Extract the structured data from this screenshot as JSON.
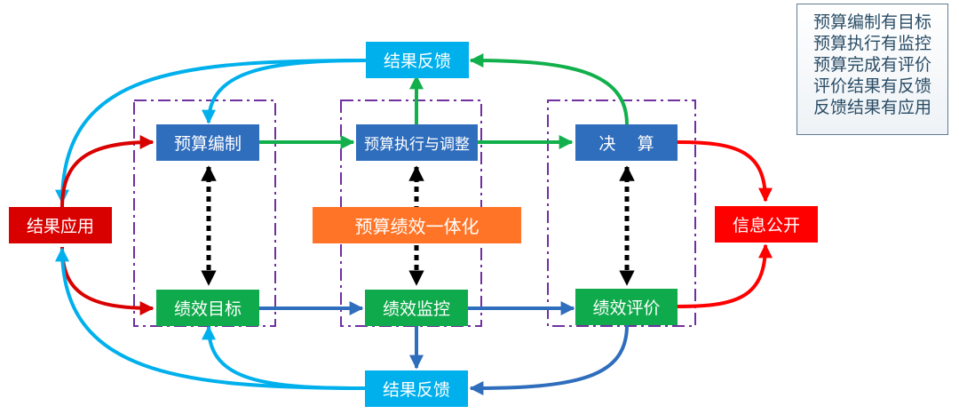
{
  "title": "预算绩效一体化",
  "nodes": {
    "result_feedback_top": "结果反馈",
    "budget_compile": "预算编制",
    "budget_execute": "预算执行与调整",
    "final_account": "决    算",
    "result_apply": "结果应用",
    "integration": "预算绩效一体化",
    "info_disclosure": "信息公开",
    "perf_target": "绩效目标",
    "perf_monitor": "绩效监控",
    "perf_eval": "绩效评价",
    "result_feedback_bottom": "结果反馈"
  },
  "legend": {
    "lines": [
      "预算编制有目标",
      "预算执行有监控",
      "预算完成有评价",
      "评价结果有反馈",
      "反馈结果有应用"
    ]
  },
  "colors": {
    "budget_blue": "#2f6dbd",
    "perf_green": "#0faa4b",
    "feedback_cyan": "#00b0ec",
    "apply_red": "#d90000",
    "disclosure_red": "#ff0000",
    "integration_orange": "#ff7426",
    "group_purple": "#7030a0",
    "arrow_green": "#12b04c",
    "arrow_blue": "#2f6dbd",
    "arrow_cyan": "#00b0ec",
    "arrow_red": "#e00000"
  },
  "connections": [
    {
      "from": "result_apply",
      "to": "budget_compile",
      "color": "red"
    },
    {
      "from": "result_apply",
      "to": "perf_target",
      "color": "red"
    },
    {
      "from": "budget_compile",
      "to": "budget_execute",
      "color": "green"
    },
    {
      "from": "budget_execute",
      "to": "final_account",
      "color": "green"
    },
    {
      "from": "budget_execute",
      "to": "result_feedback_top",
      "color": "green"
    },
    {
      "from": "final_account",
      "to": "result_feedback_top",
      "color": "green"
    },
    {
      "from": "result_feedback_top",
      "to": "budget_compile",
      "color": "cyan"
    },
    {
      "from": "result_feedback_top",
      "to": "result_apply",
      "color": "cyan"
    },
    {
      "from": "perf_target",
      "to": "perf_monitor",
      "color": "blue"
    },
    {
      "from": "perf_monitor",
      "to": "perf_eval",
      "color": "blue"
    },
    {
      "from": "perf_monitor",
      "to": "result_feedback_bottom",
      "color": "blue"
    },
    {
      "from": "perf_eval",
      "to": "result_feedback_bottom",
      "color": "blue"
    },
    {
      "from": "result_feedback_bottom",
      "to": "perf_target",
      "color": "cyan"
    },
    {
      "from": "result_feedback_bottom",
      "to": "result_apply",
      "color": "cyan"
    },
    {
      "from": "final_account",
      "to": "info_disclosure",
      "color": "red"
    },
    {
      "from": "perf_eval",
      "to": "info_disclosure",
      "color": "red"
    },
    {
      "from": "budget_compile",
      "to": "perf_target",
      "color": "black-dotted-bidirectional"
    },
    {
      "from": "budget_execute",
      "to": "perf_monitor",
      "color": "black-dotted-bidirectional"
    },
    {
      "from": "final_account",
      "to": "perf_eval",
      "color": "black-dotted-bidirectional"
    }
  ]
}
